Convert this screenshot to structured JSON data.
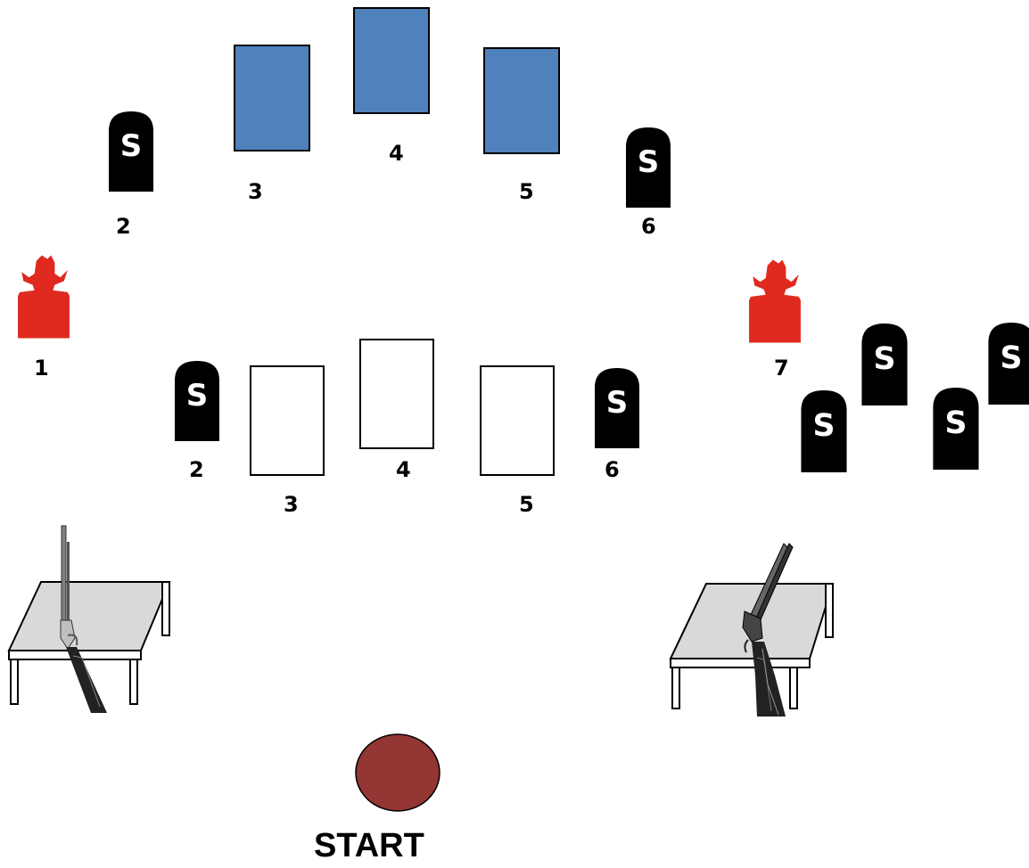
{
  "stage": {
    "upper_row": {
      "labels": [
        "2",
        "3",
        "4",
        "5",
        "6"
      ]
    },
    "middle_row": {
      "labels": [
        "2",
        "3",
        "4",
        "5",
        "6"
      ]
    },
    "targets": {
      "left_red_label": "1",
      "right_red_label": "7"
    },
    "start": {
      "label": "START"
    }
  },
  "colors": {
    "blue_target": "#4f81bd",
    "red_target": "#e02a1f",
    "start_disc": "#943634",
    "stone": "#000000",
    "table_top": "#d9d9d9"
  },
  "icons": {
    "steel_plate": "tombstone-s-icon",
    "bad_guy_target": "cowboy-silhouette-icon",
    "rifle": "rifle-icon",
    "shotgun": "shotgun-icon",
    "table": "table-icon"
  }
}
